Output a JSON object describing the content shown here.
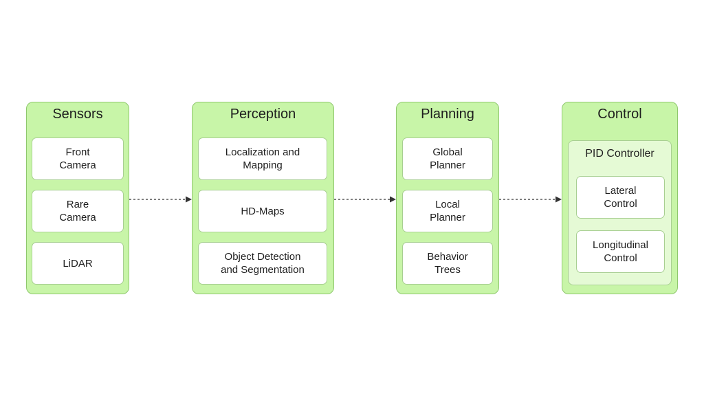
{
  "colors": {
    "group_fill": "#c8f5a8",
    "group_border": "#8fc86e",
    "card_fill": "#ffffff",
    "inner_fill": "#e5fad5",
    "arrow": "#333333"
  },
  "stages": [
    {
      "title": "Sensors",
      "items": [
        "Front\nCamera",
        "Rare\nCamera",
        "LiDAR"
      ]
    },
    {
      "title": "Perception",
      "items": [
        "Localization and\nMapping",
        "HD-Maps",
        "Object Detection\nand Segmentation"
      ]
    },
    {
      "title": "Planning",
      "items": [
        "Global\nPlanner",
        "Local\nPlanner",
        "Behavior\nTrees"
      ]
    },
    {
      "title": "Control",
      "subgroup": {
        "title": "PID Controller",
        "items": [
          "Lateral\nControl",
          "Longitudinal\nControl"
        ]
      }
    }
  ],
  "connections": [
    {
      "from": "Sensors",
      "to": "Perception",
      "style": "dashed"
    },
    {
      "from": "Perception",
      "to": "Planning",
      "style": "dashed"
    },
    {
      "from": "Planning",
      "to": "Control",
      "style": "dashed"
    }
  ]
}
